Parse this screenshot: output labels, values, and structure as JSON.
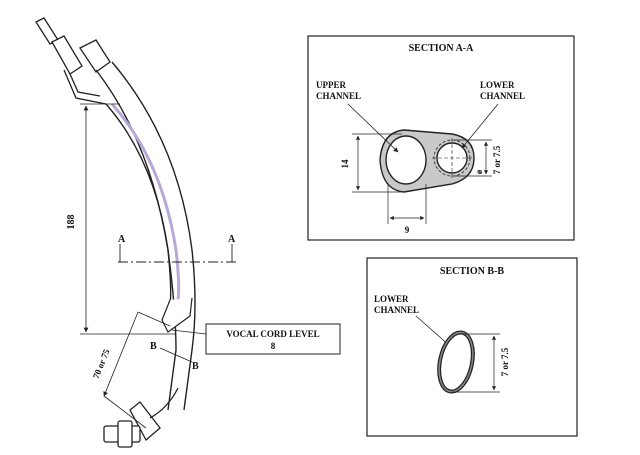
{
  "main_view": {
    "dim_length": "188",
    "section_a_left": "A",
    "section_a_right": "A",
    "dim_cuff": "70 or 75",
    "section_b_label_1": "B",
    "section_b_label_2": "B",
    "callout_title": "VOCAL CORD LEVEL",
    "callout_value": "8"
  },
  "section_aa": {
    "title": "SECTION A-A",
    "upper_label_1": "UPPER",
    "upper_label_2": "CHANNEL",
    "lower_label_1": "LOWER",
    "lower_label_2": "CHANNEL",
    "dim_height": "14",
    "dim_width": "9",
    "dim_lower": "7 or 7.5",
    "diameter_symbol": "ø"
  },
  "section_bb": {
    "title": "SECTION B-B",
    "lower_label_1": "LOWER",
    "lower_label_2": "CHANNEL",
    "dim_lower": "7 or 7.5"
  },
  "colors": {
    "stroke": "#222222",
    "channel_tint": "#b8a8d8"
  }
}
